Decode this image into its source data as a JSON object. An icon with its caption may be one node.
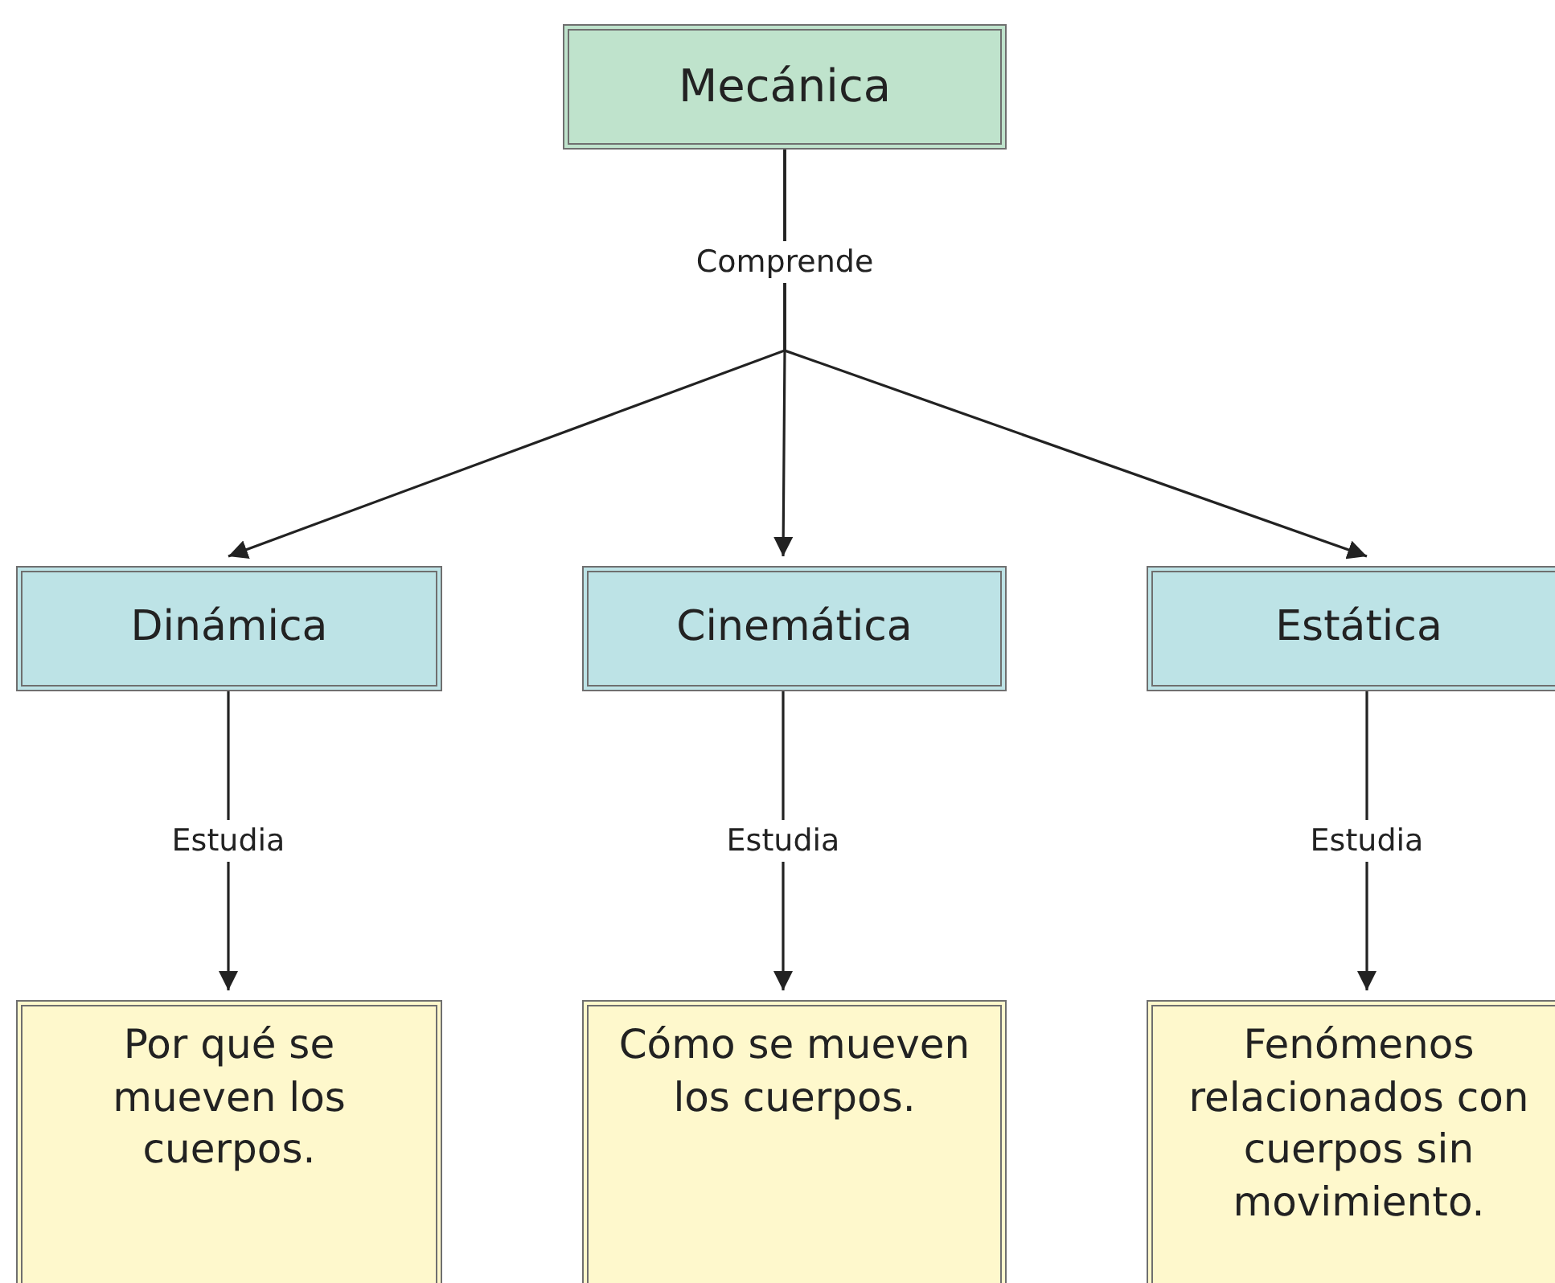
{
  "diagram": {
    "nodes": [
      {
        "text": [
          "Mecánica"
        ]
      },
      {
        "text": [
          "Dinámica"
        ]
      },
      {
        "text": [
          "Cinemática"
        ]
      },
      {
        "text": [
          "Estática"
        ]
      },
      {
        "text": [
          "Por qué se mueven los cuerpos."
        ]
      },
      {
        "text": [
          "Cómo se mueven los cuerpos."
        ]
      },
      {
        "text": [
          "Fenómenos relacionados con cuerpos sin movimiento."
        ]
      }
    ],
    "edges": [
      {
        "from": 0,
        "to": 1,
        "arrow": "to",
        "label": "Comprende"
      },
      {
        "from": 0,
        "to": 2,
        "arrow": "to"
      },
      {
        "from": 0,
        "to": 3,
        "arrow": "to"
      },
      {
        "from": 1,
        "to": 4,
        "arrow": "to",
        "label": "Estudia"
      },
      {
        "from": 2,
        "to": 5,
        "arrow": "to",
        "label": "Estudia"
      },
      {
        "from": 3,
        "to": 6,
        "arrow": "to",
        "label": "Estudia"
      }
    ]
  }
}
